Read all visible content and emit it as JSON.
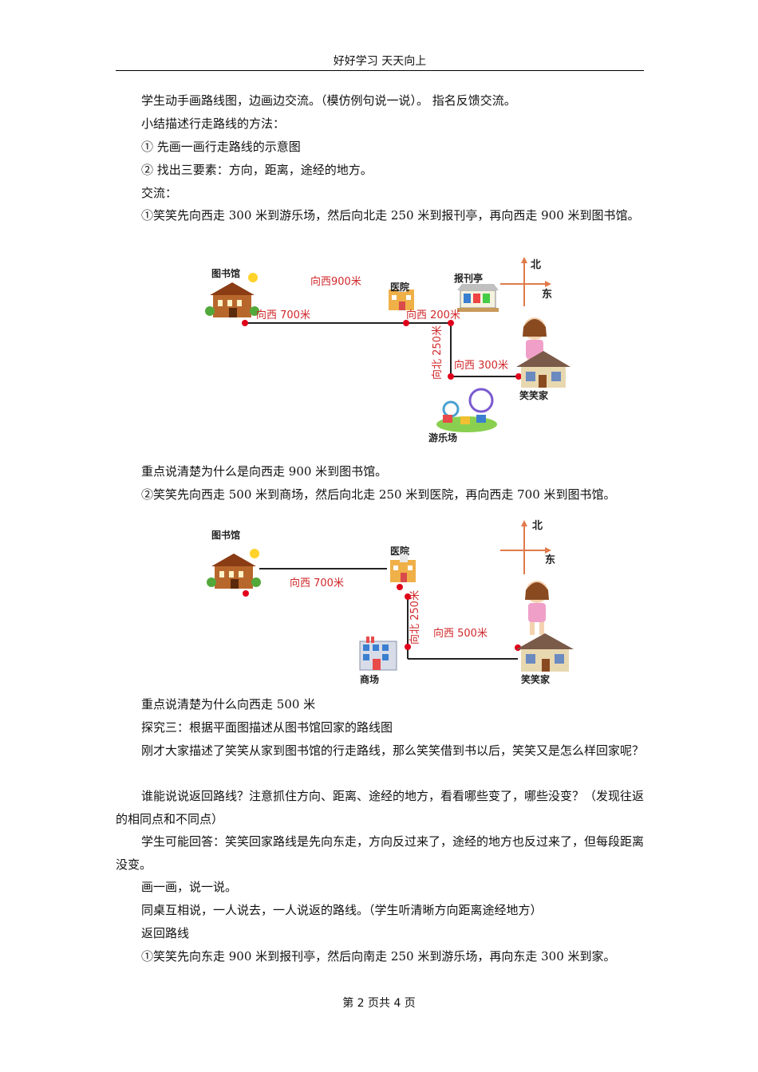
{
  "header": "好好学习  天天向上",
  "paragraphs_top": [
    "学生动手画路线图，边画边交流。（模仿例句说一说）。 指名反馈交流。",
    "小结描述行走路线的方法：",
    "①   先画一画行走路线的示意图",
    "②   找出三要素：方向，距离，途经的地方。",
    "交流：",
    "①笑笑先向西走 300 米到游乐场，然后向北走 250 米到报刊亭，再向西走 900 米到图书馆。"
  ],
  "map1": {
    "library": "图书馆",
    "hospital": "医院",
    "kiosk": "报刊亭",
    "north": "北",
    "east": "东",
    "label_west900": "向西900米",
    "label_west700": "向西  700米",
    "label_west200": "向西  200米",
    "label_north250": "向北 250米",
    "label_west300": "向西  300米",
    "home": "笑笑家",
    "park": "游乐场"
  },
  "para_mid1": "重点说清楚为什么是向西走 900 米到图书馆。",
  "para_mid2": "②笑笑先向西走 500 米到商场，然后向北走 250 米到医院，再向西走 700 米到图书馆。",
  "map2": {
    "library": "图书馆",
    "hospital": "医院",
    "north": "北",
    "east": "东",
    "label_west700": "向西  700米",
    "label_north250": "向北 250米",
    "label_west500": "向西  500米",
    "mall": "商场",
    "home": "笑笑家"
  },
  "paragraphs_bottom": [
    "重点说清楚为什么向西走 500 米",
    "探究三：根据平面图描述从图书馆回家的路线图",
    "刚才大家描述了笑笑从家到图书馆的行走路线，那么笑笑借到书以后，笑笑又是怎么样回家呢？",
    "谁能说说返回路线？注意抓住方向、距离、途经的地方，看看哪些变了，哪些没变？（发现往返的相同点和不同点）",
    "学生可能回答：笑笑回家路线是先向东走，方向反过来了，途经的地方也反过来了，但每段距离没变。",
    "画一画，说一说。",
    "同桌互相说，一人说去，一人说返的路线。（学生听清晰方向距离途经地方）",
    "返回路线",
    "①笑笑先向东走 900 米到报刊亭，然后向南走 250 米到游乐场，再向东走 300 米到家。"
  ],
  "footer": "第 2 页共 4 页",
  "colors": {
    "route_label": "#d0282b",
    "dot": "#e0001a"
  }
}
